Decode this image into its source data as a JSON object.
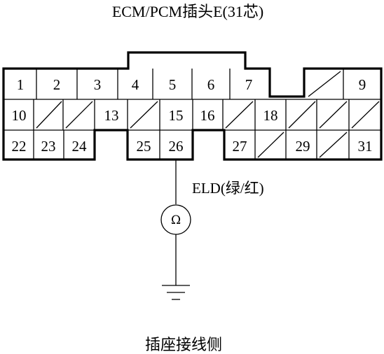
{
  "title": "ECM/PCM插头E(31芯)",
  "caption": "插座接线侧",
  "wire_label": "ELD(绿/红)",
  "meter_symbol": "Ω",
  "ground_icon": "ground-symbol",
  "pins": [
    {
      "number": "1",
      "used": true
    },
    {
      "number": "2",
      "used": true
    },
    {
      "number": "3",
      "used": true
    },
    {
      "number": "4",
      "used": true
    },
    {
      "number": "5",
      "used": true
    },
    {
      "number": "6",
      "used": true
    },
    {
      "number": "7",
      "used": true
    },
    {
      "number": "",
      "used": false
    },
    {
      "number": "9",
      "used": true
    },
    {
      "number": "10",
      "used": true
    },
    {
      "number": "",
      "used": false
    },
    {
      "number": "",
      "used": false
    },
    {
      "number": "13",
      "used": true
    },
    {
      "number": "",
      "used": false
    },
    {
      "number": "15",
      "used": true
    },
    {
      "number": "16",
      "used": true
    },
    {
      "number": "",
      "used": false
    },
    {
      "number": "18",
      "used": true
    },
    {
      "number": "",
      "used": false
    },
    {
      "number": "",
      "used": false
    },
    {
      "number": "",
      "used": false
    },
    {
      "number": "22",
      "used": true
    },
    {
      "number": "23",
      "used": true
    },
    {
      "number": "24",
      "used": true
    },
    {
      "number": "25",
      "used": true
    },
    {
      "number": "26",
      "used": true
    },
    {
      "number": "27",
      "used": true
    },
    {
      "number": "",
      "used": false
    },
    {
      "number": "29",
      "used": true
    },
    {
      "number": "",
      "used": false
    },
    {
      "number": "31",
      "used": true
    }
  ]
}
